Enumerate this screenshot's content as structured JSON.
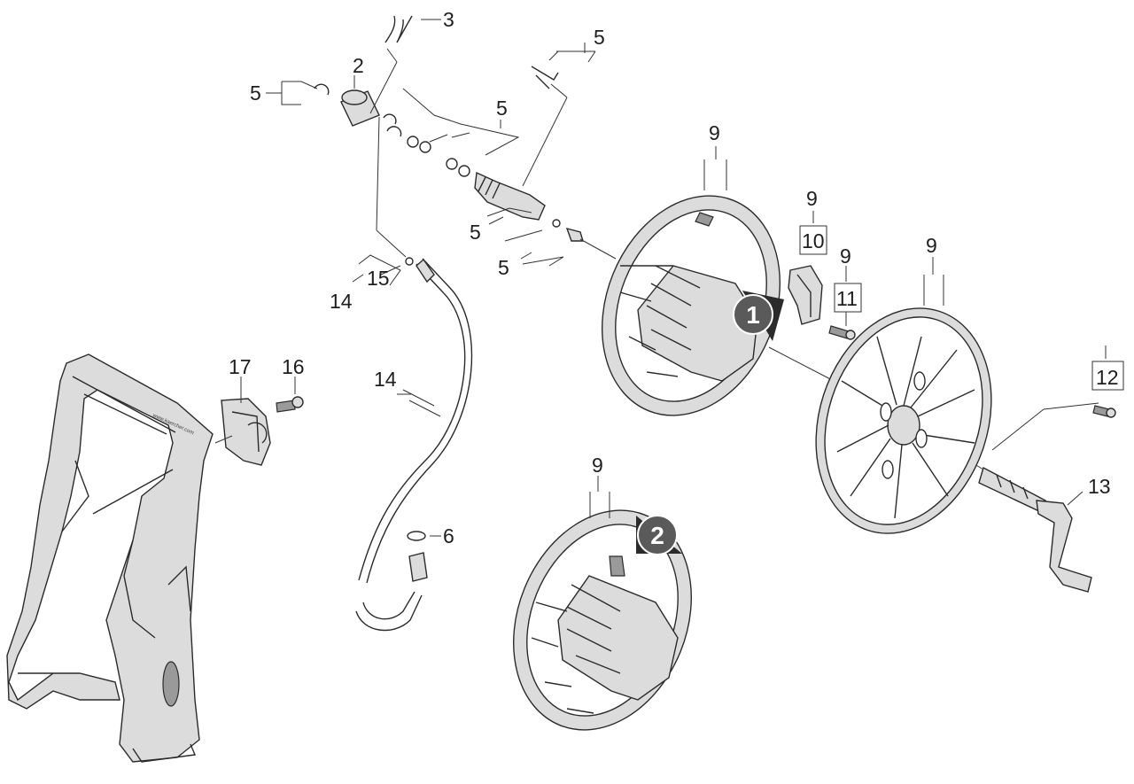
{
  "diagram": {
    "part_labels": [
      "2",
      "3",
      "5",
      "5",
      "5",
      "5",
      "5",
      "6",
      "9",
      "9",
      "9",
      "9",
      "9",
      "10",
      "11",
      "12",
      "13",
      "14",
      "14",
      "15",
      "16",
      "17"
    ],
    "step_markers": [
      "1",
      "2"
    ],
    "brand_text": "www.kaercher.com"
  },
  "colors": {
    "line": "#2b2b2b",
    "part_fill": "#dcdcdc",
    "marker_fill": "#5a5a5a"
  }
}
